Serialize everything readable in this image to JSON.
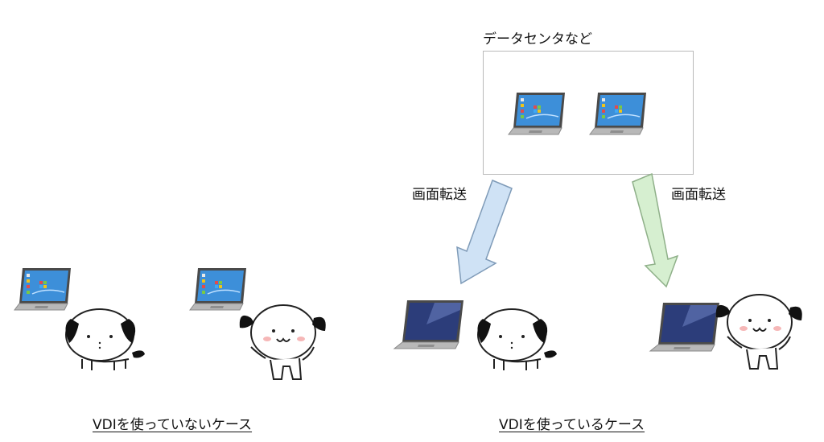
{
  "datacenter": {
    "label": "データセンタなど"
  },
  "transfer": {
    "left_label": "画面転送",
    "right_label": "画面転送"
  },
  "captions": {
    "without_vdi": "VDIを使っていないケース",
    "with_vdi": "VDIを使っているケース"
  },
  "colors": {
    "arrow_left_fill": "#cfe2f5",
    "arrow_left_stroke": "#7f9bb8",
    "arrow_right_fill": "#d6efd0",
    "arrow_right_stroke": "#8fb089",
    "screen_desktop": "#3d8fd9",
    "screen_thin": "#2c3d7a",
    "laptop_body": "#b8b8b8"
  }
}
